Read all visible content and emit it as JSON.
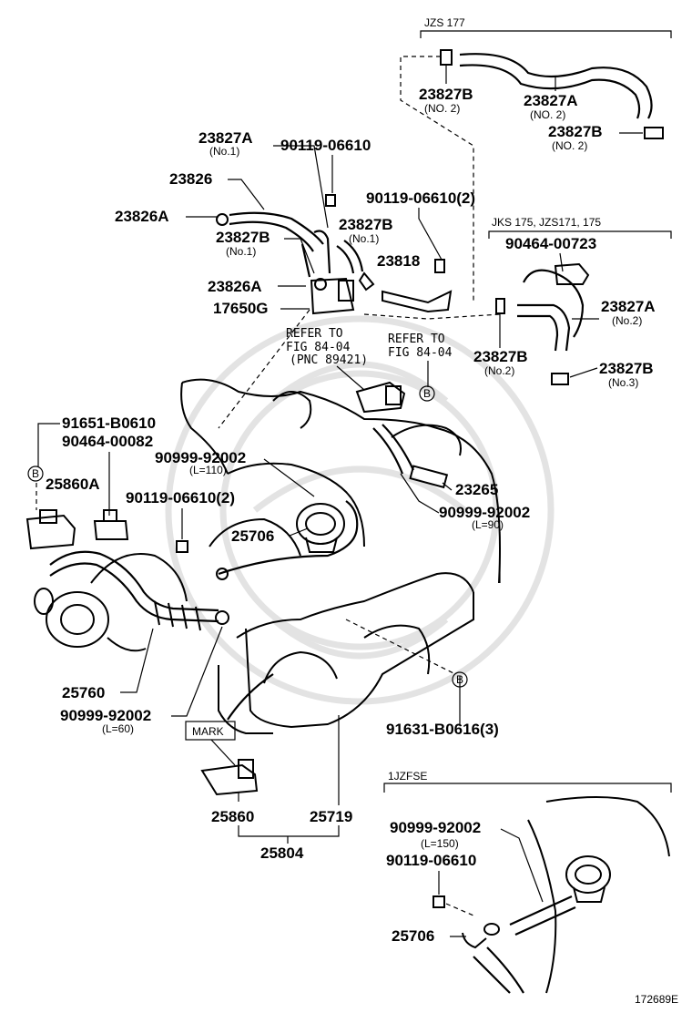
{
  "groups": {
    "jzs177": "JZS 177",
    "jks175": "JKS 175, JZS171, 175",
    "jzfse": "1JZFSE"
  },
  "labels": {
    "p23827b_no2_top": "23827B",
    "p23827b_no2_top_sub": "(NO. 2)",
    "p23827a_no2_top": "23827A",
    "p23827a_no2_top_sub": "(NO. 2)",
    "p23827b_no2_right": "23827B",
    "p23827b_no2_right_sub": "(NO. 2)",
    "p23827a_no1": "23827A",
    "p23827a_no1_sub": "(No.1)",
    "p90119_06610_a": "90119-06610",
    "p23826": "23826",
    "p23826a_1": "23826A",
    "p23827b_no1_a": "23827B",
    "p23827b_no1_a_sub": "(No.1)",
    "p23827b_no1_b": "23827B",
    "p23827b_no1_b_sub": "(No.1)",
    "p90119_06610_2_top": "90119-06610(2)",
    "p23818": "23818",
    "p23826a_2": "23826A",
    "p17650g": "17650G",
    "p90464_00723": "90464-00723",
    "p23827a_no2_mid": "23827A",
    "p23827a_no2_mid_sub": "(No.2)",
    "p23827b_no2_mid": "23827B",
    "p23827b_no2_mid_sub": "(No.2)",
    "p23827b_no3": "23827B",
    "p23827b_no3_sub": "(No.3)",
    "ref1_line1": "REFER TO",
    "ref1_line2": "FIG 84-04",
    "ref1_line3": "(PNC 89421)",
    "ref2_line1": "REFER TO",
    "ref2_line2": "FIG 84-04",
    "p91651_b0610": "91651-B0610",
    "p90464_00082": "90464-00082",
    "p90999_92002_l110": "90999-92002",
    "p90999_92002_l110_sub": "(L=110)",
    "p25860a": "25860A",
    "p23265": "23265",
    "p90119_06610_2_mid": "90119-06610(2)",
    "p25706": "25706",
    "p90999_92002_l90": "90999-92002",
    "p90999_92002_l90_sub": "(L=90)",
    "p25760": "25760",
    "p90999_92002_l60": "90999-92002",
    "p90999_92002_l60_sub": "(L=60)",
    "mark": "MARK",
    "p91631_b0616": "91631-B0616(3)",
    "p25860": "25860",
    "p25719": "25719",
    "p25804": "25804",
    "p90999_92002_l150": "90999-92002",
    "p90999_92002_l150_sub": "(L=150)",
    "p90119_06610_bottom": "90119-06610",
    "p25706_bottom": "25706",
    "callout_b": "B",
    "drawing_number": "172689E"
  }
}
